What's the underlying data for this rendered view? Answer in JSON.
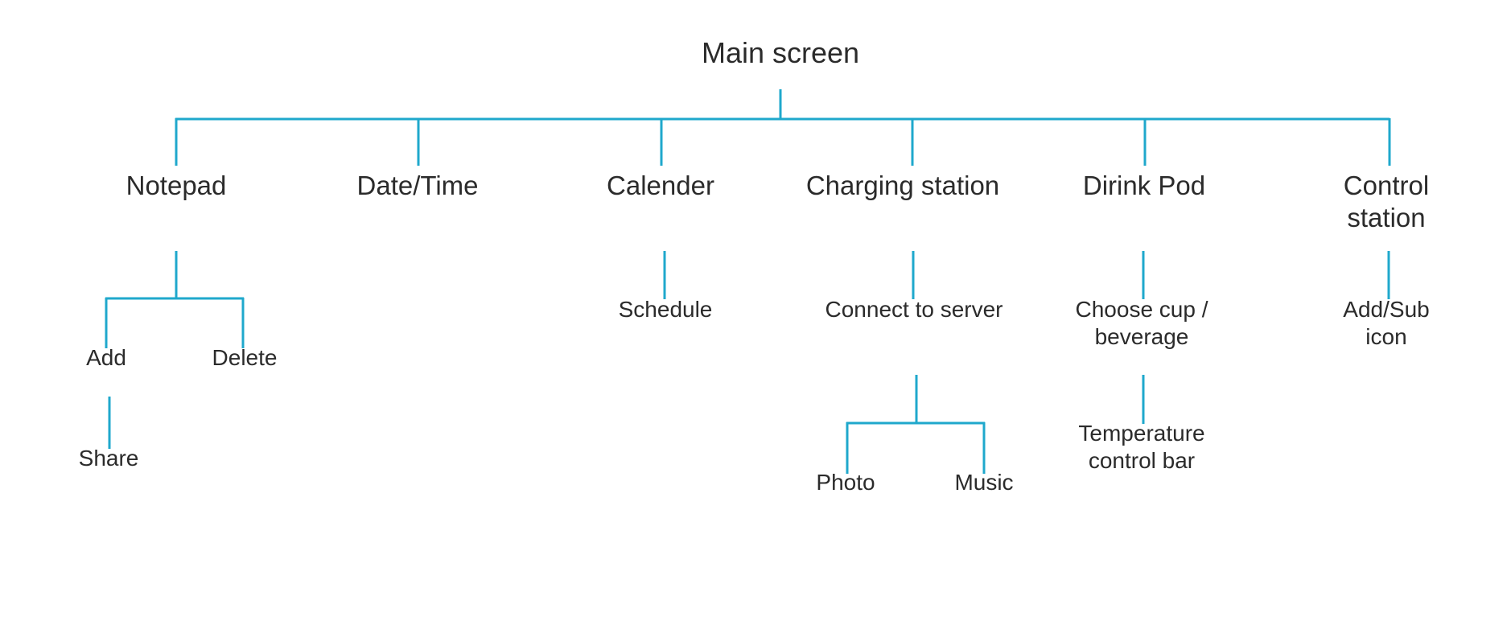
{
  "diagram": {
    "type": "tree",
    "accent_color": "#1fa8cc",
    "text_color": "#2b2b2b",
    "root": "Main screen",
    "branches": [
      {
        "label": "Notepad",
        "children": [
          {
            "label": "Add",
            "children": [
              {
                "label": "Share"
              }
            ]
          },
          {
            "label": "Delete"
          }
        ]
      },
      {
        "label": "Date/Time"
      },
      {
        "label": "Calender",
        "children": [
          {
            "label": "Schedule"
          }
        ]
      },
      {
        "label": "Charging station",
        "children": [
          {
            "label": "Connect to server",
            "children": [
              {
                "label": "Photo"
              },
              {
                "label": "Music"
              }
            ]
          }
        ]
      },
      {
        "label": "Dirink Pod",
        "children": [
          {
            "label_lines": [
              "Choose cup /",
              "beverage"
            ],
            "children": [
              {
                "label_lines": [
                  "Temperature",
                  "control bar"
                ]
              }
            ]
          }
        ]
      },
      {
        "label_lines": [
          "Control",
          "station"
        ],
        "children": [
          {
            "label_lines": [
              "Add/Sub",
              "icon"
            ]
          }
        ]
      }
    ]
  }
}
